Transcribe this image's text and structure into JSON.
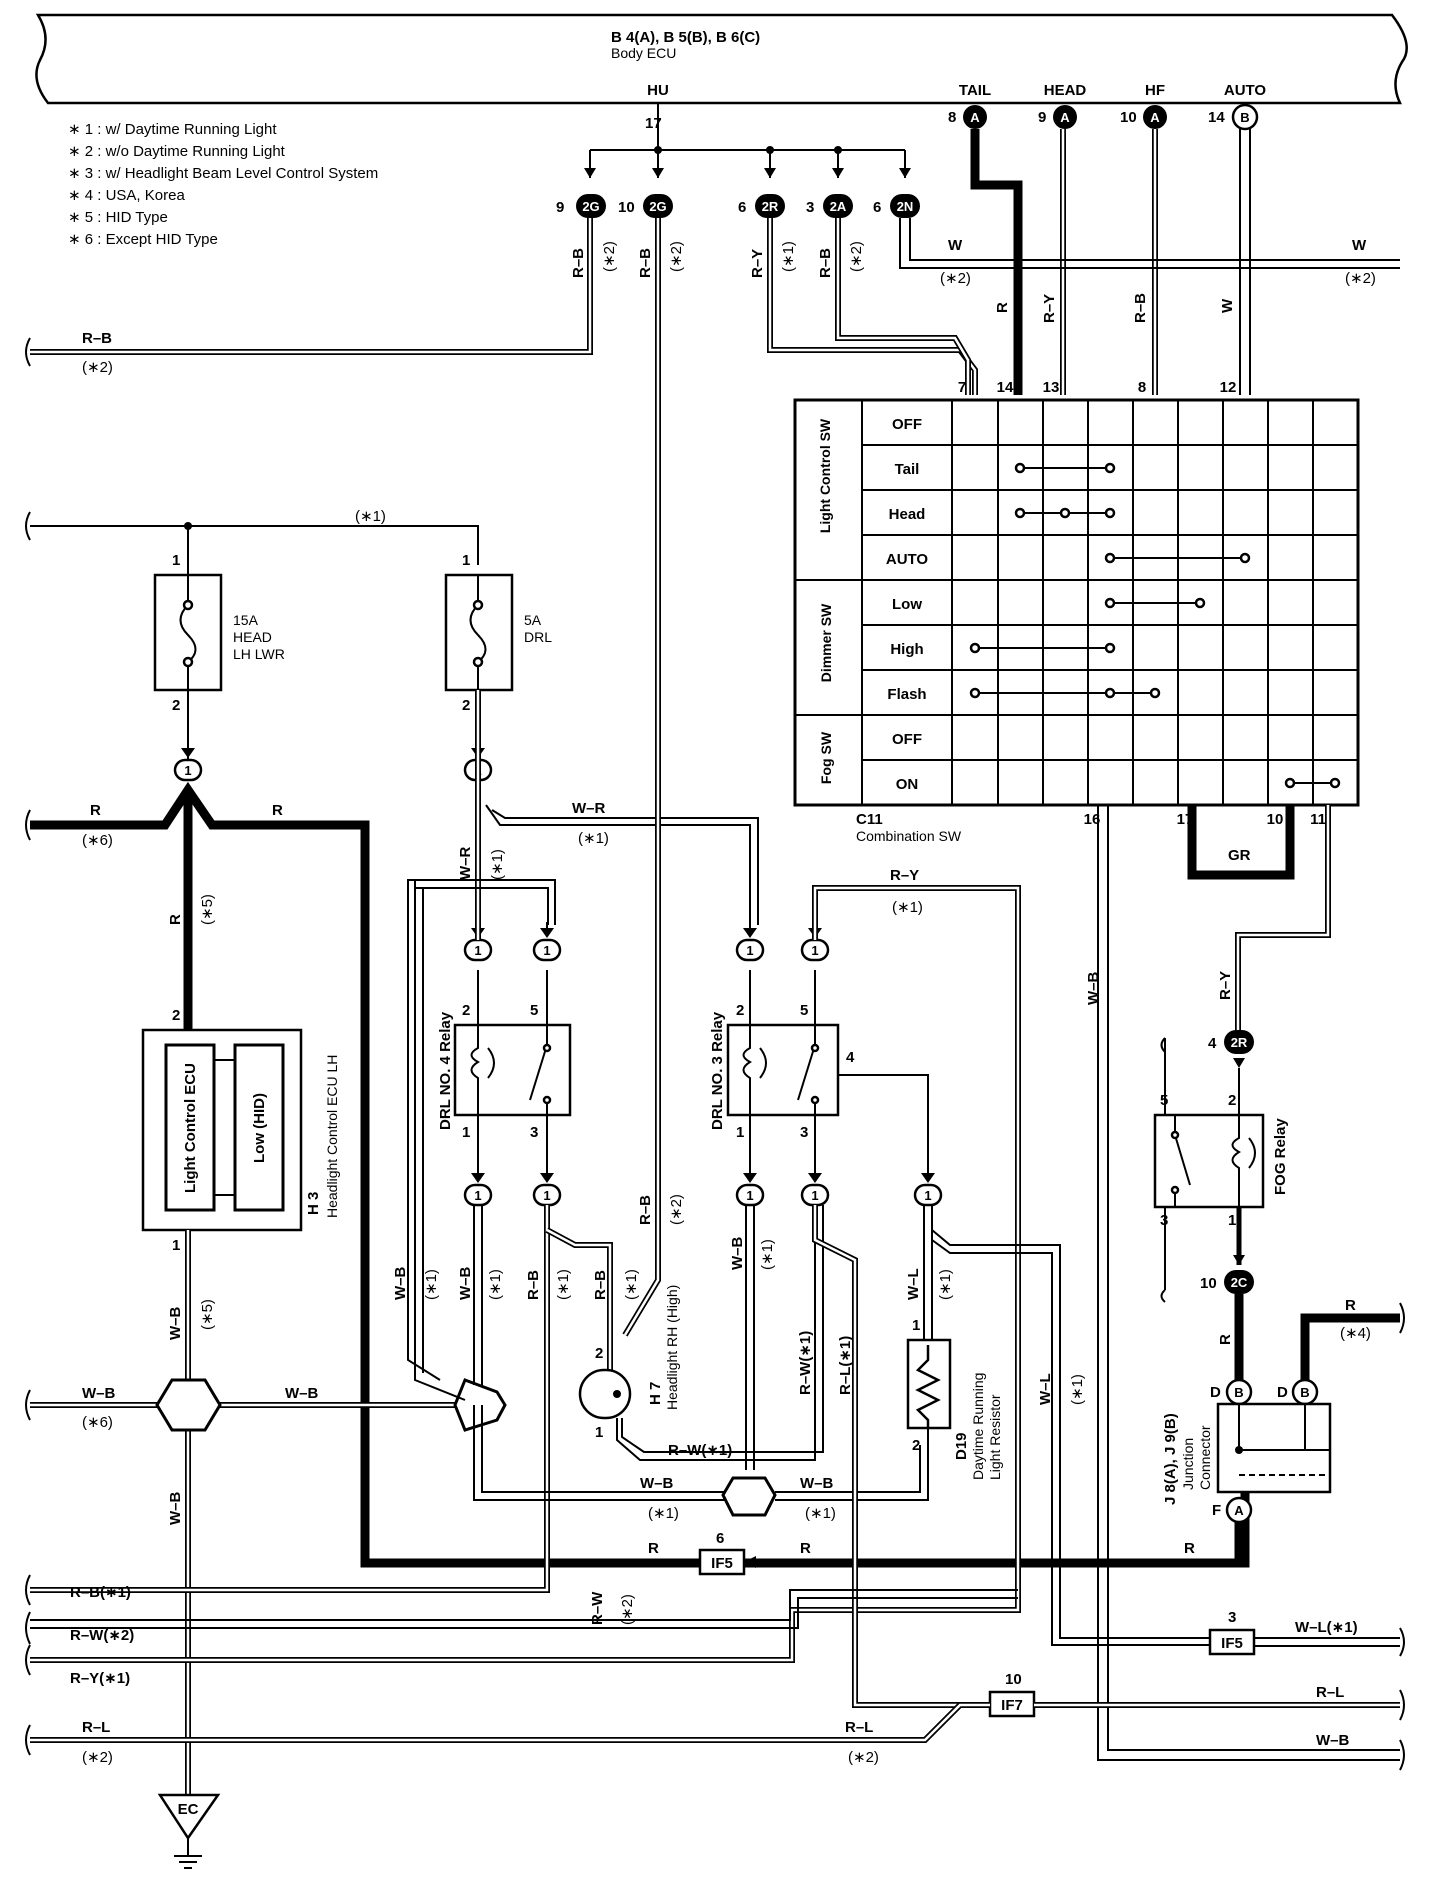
{
  "ecu": {
    "title": "B 4(A), B 5(B), B 6(C)",
    "name": "Body ECU",
    "terminals": {
      "hu": "HU",
      "tail": "TAIL",
      "head": "HEAD",
      "hf": "HF",
      "auto": "AUTO",
      "hu_pin": "17",
      "tail_pin": "8",
      "head_pin": "9",
      "hf_pin": "10",
      "auto_pin": "14",
      "tail_conn": "A",
      "head_conn": "A",
      "hf_conn": "A",
      "auto_conn": "B"
    }
  },
  "legend": [
    "∗ 1 : w/ Daytime Running Light",
    "∗ 2 : w/o Daytime Running Light",
    "∗ 3 : w/ Headlight Beam Level Control System",
    "∗ 4 : USA,  Korea",
    "∗ 5 : HID Type",
    "∗ 6 : Except HID Type"
  ],
  "connectors": {
    "c2g_a": {
      "pin": "9",
      "label": "2G"
    },
    "c2g_b": {
      "pin": "10",
      "label": "2G"
    },
    "c2r": {
      "pin": "6",
      "label": "2R"
    },
    "c2a": {
      "pin": "3",
      "label": "2A"
    },
    "c2n": {
      "pin": "6",
      "label": "2N"
    },
    "c2r_fog": {
      "pin": "4",
      "label": "2R"
    },
    "c2c": {
      "pin": "10",
      "label": "2C"
    }
  },
  "wires": {
    "rb": "R–B",
    "ry": "R–Y",
    "r": "R",
    "w": "W",
    "wb": "W–B",
    "wr": "W–R",
    "wl": "W–L",
    "rw": "R–W",
    "rl": "R–L",
    "gr": "GR",
    "rw1": "R–W(∗1)",
    "rl1": "R–L(∗1)",
    "rb1": "R–B(∗1)",
    "rw2": "R–W(∗2)",
    "ry1": "R–Y(∗1)",
    "wl1": "W–L(∗1)"
  },
  "notes": {
    "n1": "(∗1)",
    "n2": "(∗2)",
    "n4": "(∗4)",
    "n5": "(∗5)",
    "n6": "(∗6)"
  },
  "switch": {
    "code": "C11",
    "name": "Combination SW",
    "pins_top": [
      "7",
      "14",
      "13",
      "8",
      "12"
    ],
    "pins_bottom": [
      "16",
      "17",
      "10",
      "11"
    ],
    "groups": [
      "Light Control SW",
      "Dimmer SW",
      "Fog SW"
    ],
    "rows": [
      "OFF",
      "Tail",
      "Head",
      "AUTO",
      "Low",
      "High",
      "Flash",
      "OFF",
      "ON"
    ]
  },
  "fuses": {
    "head_lh": {
      "amp": "15A",
      "name1": "HEAD",
      "name2": "LH LWR",
      "pin_top": "1",
      "pin_bot": "2"
    },
    "drl": {
      "amp": "5A",
      "name1": "DRL",
      "pin_top": "1",
      "pin_bot": "2"
    }
  },
  "components": {
    "h3": {
      "code": "H 3",
      "name": "Headlight Control ECU LH",
      "inner1": "Light Control ECU",
      "inner2": "Low (HID)",
      "pin_top": "2",
      "pin_bot": "1"
    },
    "relay4": {
      "name": "DRL NO. 4 Relay",
      "pins": [
        "2",
        "5",
        "1",
        "3"
      ]
    },
    "relay3": {
      "name": "DRL NO. 3 Relay",
      "pins": [
        "2",
        "5",
        "1",
        "3",
        "4"
      ]
    },
    "h7": {
      "code": "H 7",
      "name": "Headlight RH (High)",
      "pin_top": "2",
      "pin_bot": "1"
    },
    "d19": {
      "code": "D19",
      "name1": "Daytime Running",
      "name2": "Light Resistor",
      "pin_top": "1",
      "pin_bot": "2"
    },
    "fog": {
      "name": "FOG Relay",
      "pins": [
        "5",
        "2",
        "3",
        "1"
      ]
    },
    "junction": {
      "code": "J 8(A), J 9(B)",
      "name1": "Junction",
      "name2": "Connector",
      "d": "D",
      "b": "B",
      "f": "F",
      "a": "A"
    }
  },
  "inline": {
    "if5_a": {
      "pin": "6",
      "label": "IF5"
    },
    "if5_b": {
      "pin": "3",
      "label": "IF5"
    },
    "if7": {
      "pin": "10",
      "label": "IF7"
    }
  },
  "misc": {
    "one": "1",
    "ground": "EC",
    "pin4": "4"
  }
}
